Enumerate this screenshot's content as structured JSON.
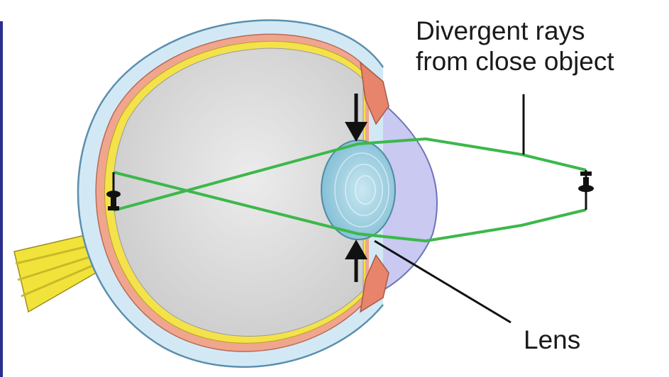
{
  "diagram": {
    "annotation_title": {
      "line1": "Divergent rays",
      "line2": "from close object"
    },
    "lens_label": "Lens",
    "colors": {
      "sclera": "#cfe6f3",
      "sclera_outline": "#5b8fae",
      "choroid": "#f0a58f",
      "retina": "#f4e24a",
      "vitreous": "#dcdcdc",
      "lens": "#9fd0e2",
      "cornea": "#b9b9ee",
      "optic_nerve": "#f2e33a",
      "light_rays": "#3cb84a",
      "arrows": "#111111",
      "edge_bar": "#2a2f8c"
    },
    "icons": [
      "object-pin-icon",
      "image-pin-icon",
      "down-arrow-icon",
      "up-arrow-icon"
    ]
  }
}
